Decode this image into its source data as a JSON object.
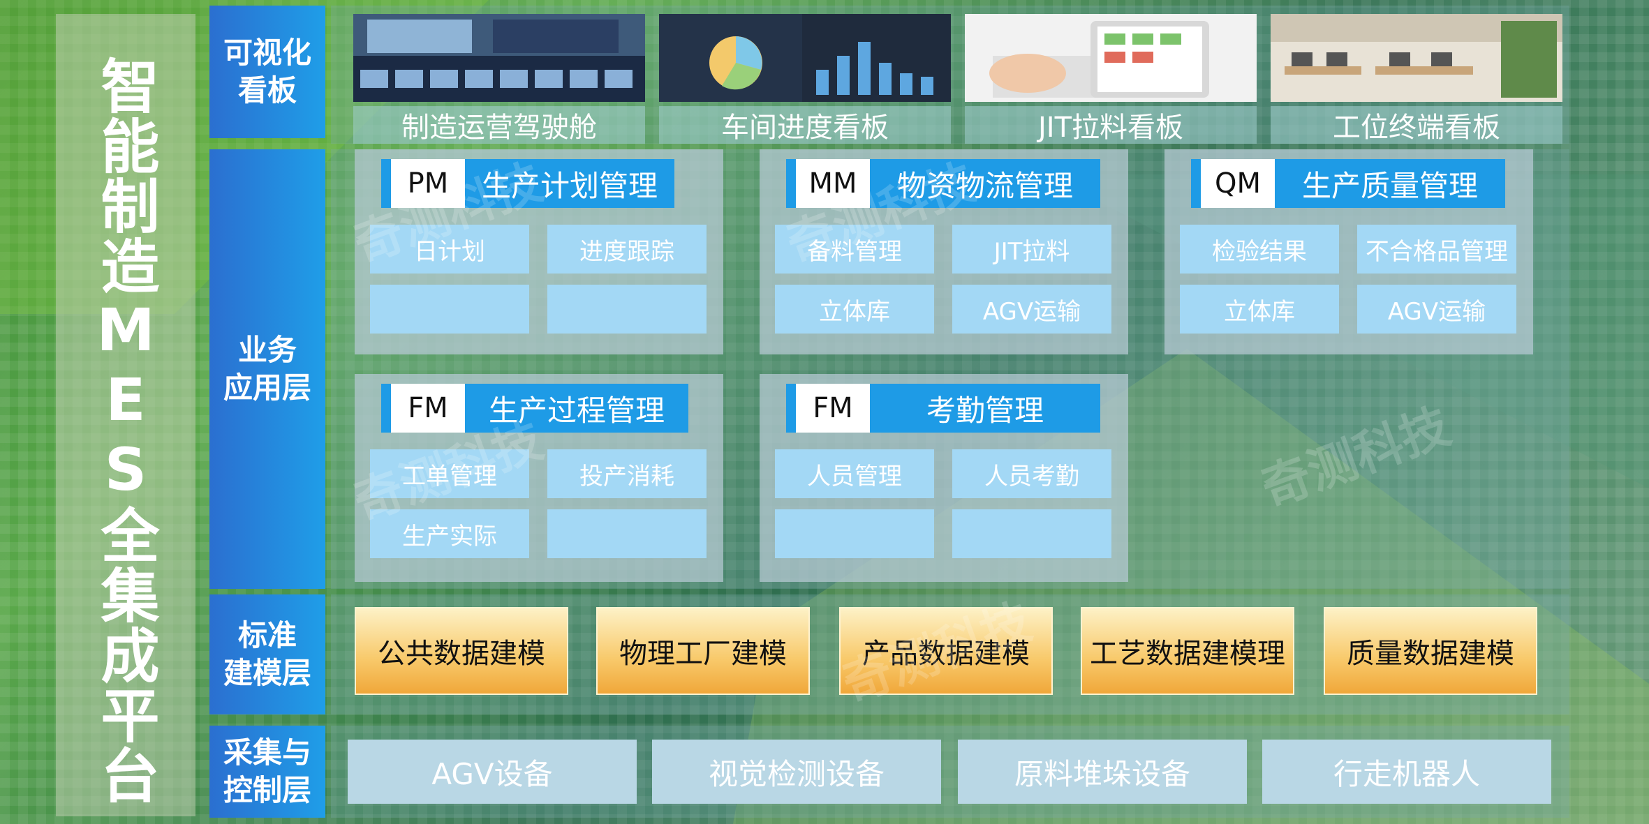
{
  "title": "智能制造MES全集成平台",
  "watermark": "奇测科技",
  "layers": {
    "visual": {
      "label": "可视化\n看板",
      "cards": [
        {
          "label": "制造运营驾驶舱",
          "image": "control-room"
        },
        {
          "label": "车间进度看板",
          "image": "dashboard-chart"
        },
        {
          "label": "JIT拉料看板",
          "image": "tablet-typing"
        },
        {
          "label": "工位终端看板",
          "image": "office"
        }
      ]
    },
    "business": {
      "label": "业务\n应用层",
      "modules": [
        {
          "code": "PM",
          "name": "生产计划管理",
          "items": [
            "日计划",
            "进度跟踪",
            "",
            ""
          ]
        },
        {
          "code": "MM",
          "name": "物资物流管理",
          "items": [
            "备料管理",
            "JIT拉料",
            "立体库",
            "AGV运输"
          ]
        },
        {
          "code": "QM",
          "name": "生产质量管理",
          "items": [
            "检验结果",
            "不合格品管理",
            "立体库",
            "AGV运输"
          ]
        },
        {
          "code": "FM",
          "name": "生产过程管理",
          "items": [
            "工单管理",
            "投产消耗",
            "生产实际",
            ""
          ]
        },
        {
          "code": "FM",
          "name": "考勤管理",
          "items": [
            "人员管理",
            "人员考勤",
            "",
            ""
          ]
        }
      ]
    },
    "standard": {
      "label": "标准\n建模层",
      "items": [
        "公共数据建模",
        "物理工厂建模",
        "产品数据建模",
        "工艺数据建模理",
        "质量数据建模"
      ]
    },
    "acquisition": {
      "label": "采集与\n控制层",
      "items": [
        "AGV设备",
        "视觉检测设备",
        "原料堆垛设备",
        "行走机器人"
      ]
    }
  },
  "colors": {
    "accent": "#1e9be6",
    "item": "#a3d8f5",
    "gold": "#f8c96a"
  }
}
